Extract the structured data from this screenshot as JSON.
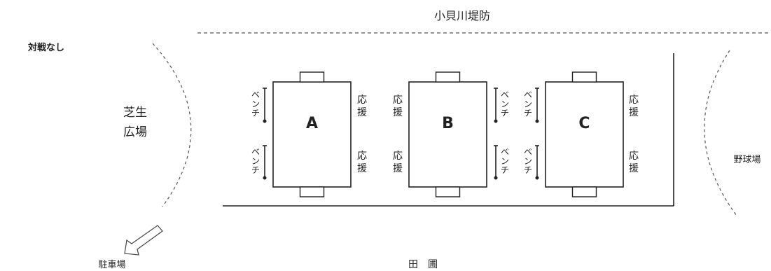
{
  "top_label": "小貝川堤防",
  "status_label": "対戦なし",
  "left_area_line1": "芝生",
  "left_area_line2": "広場",
  "right_area": "野球場",
  "bottom_left": "駐車場",
  "bottom_center": "田　圃",
  "fields": [
    {
      "name": "A"
    },
    {
      "name": "B"
    },
    {
      "name": "C"
    }
  ],
  "bench_line1": "ベ",
  "bench_line2": "ン",
  "bench_line3": "チ",
  "support_line1": "応",
  "support_line2": "援"
}
